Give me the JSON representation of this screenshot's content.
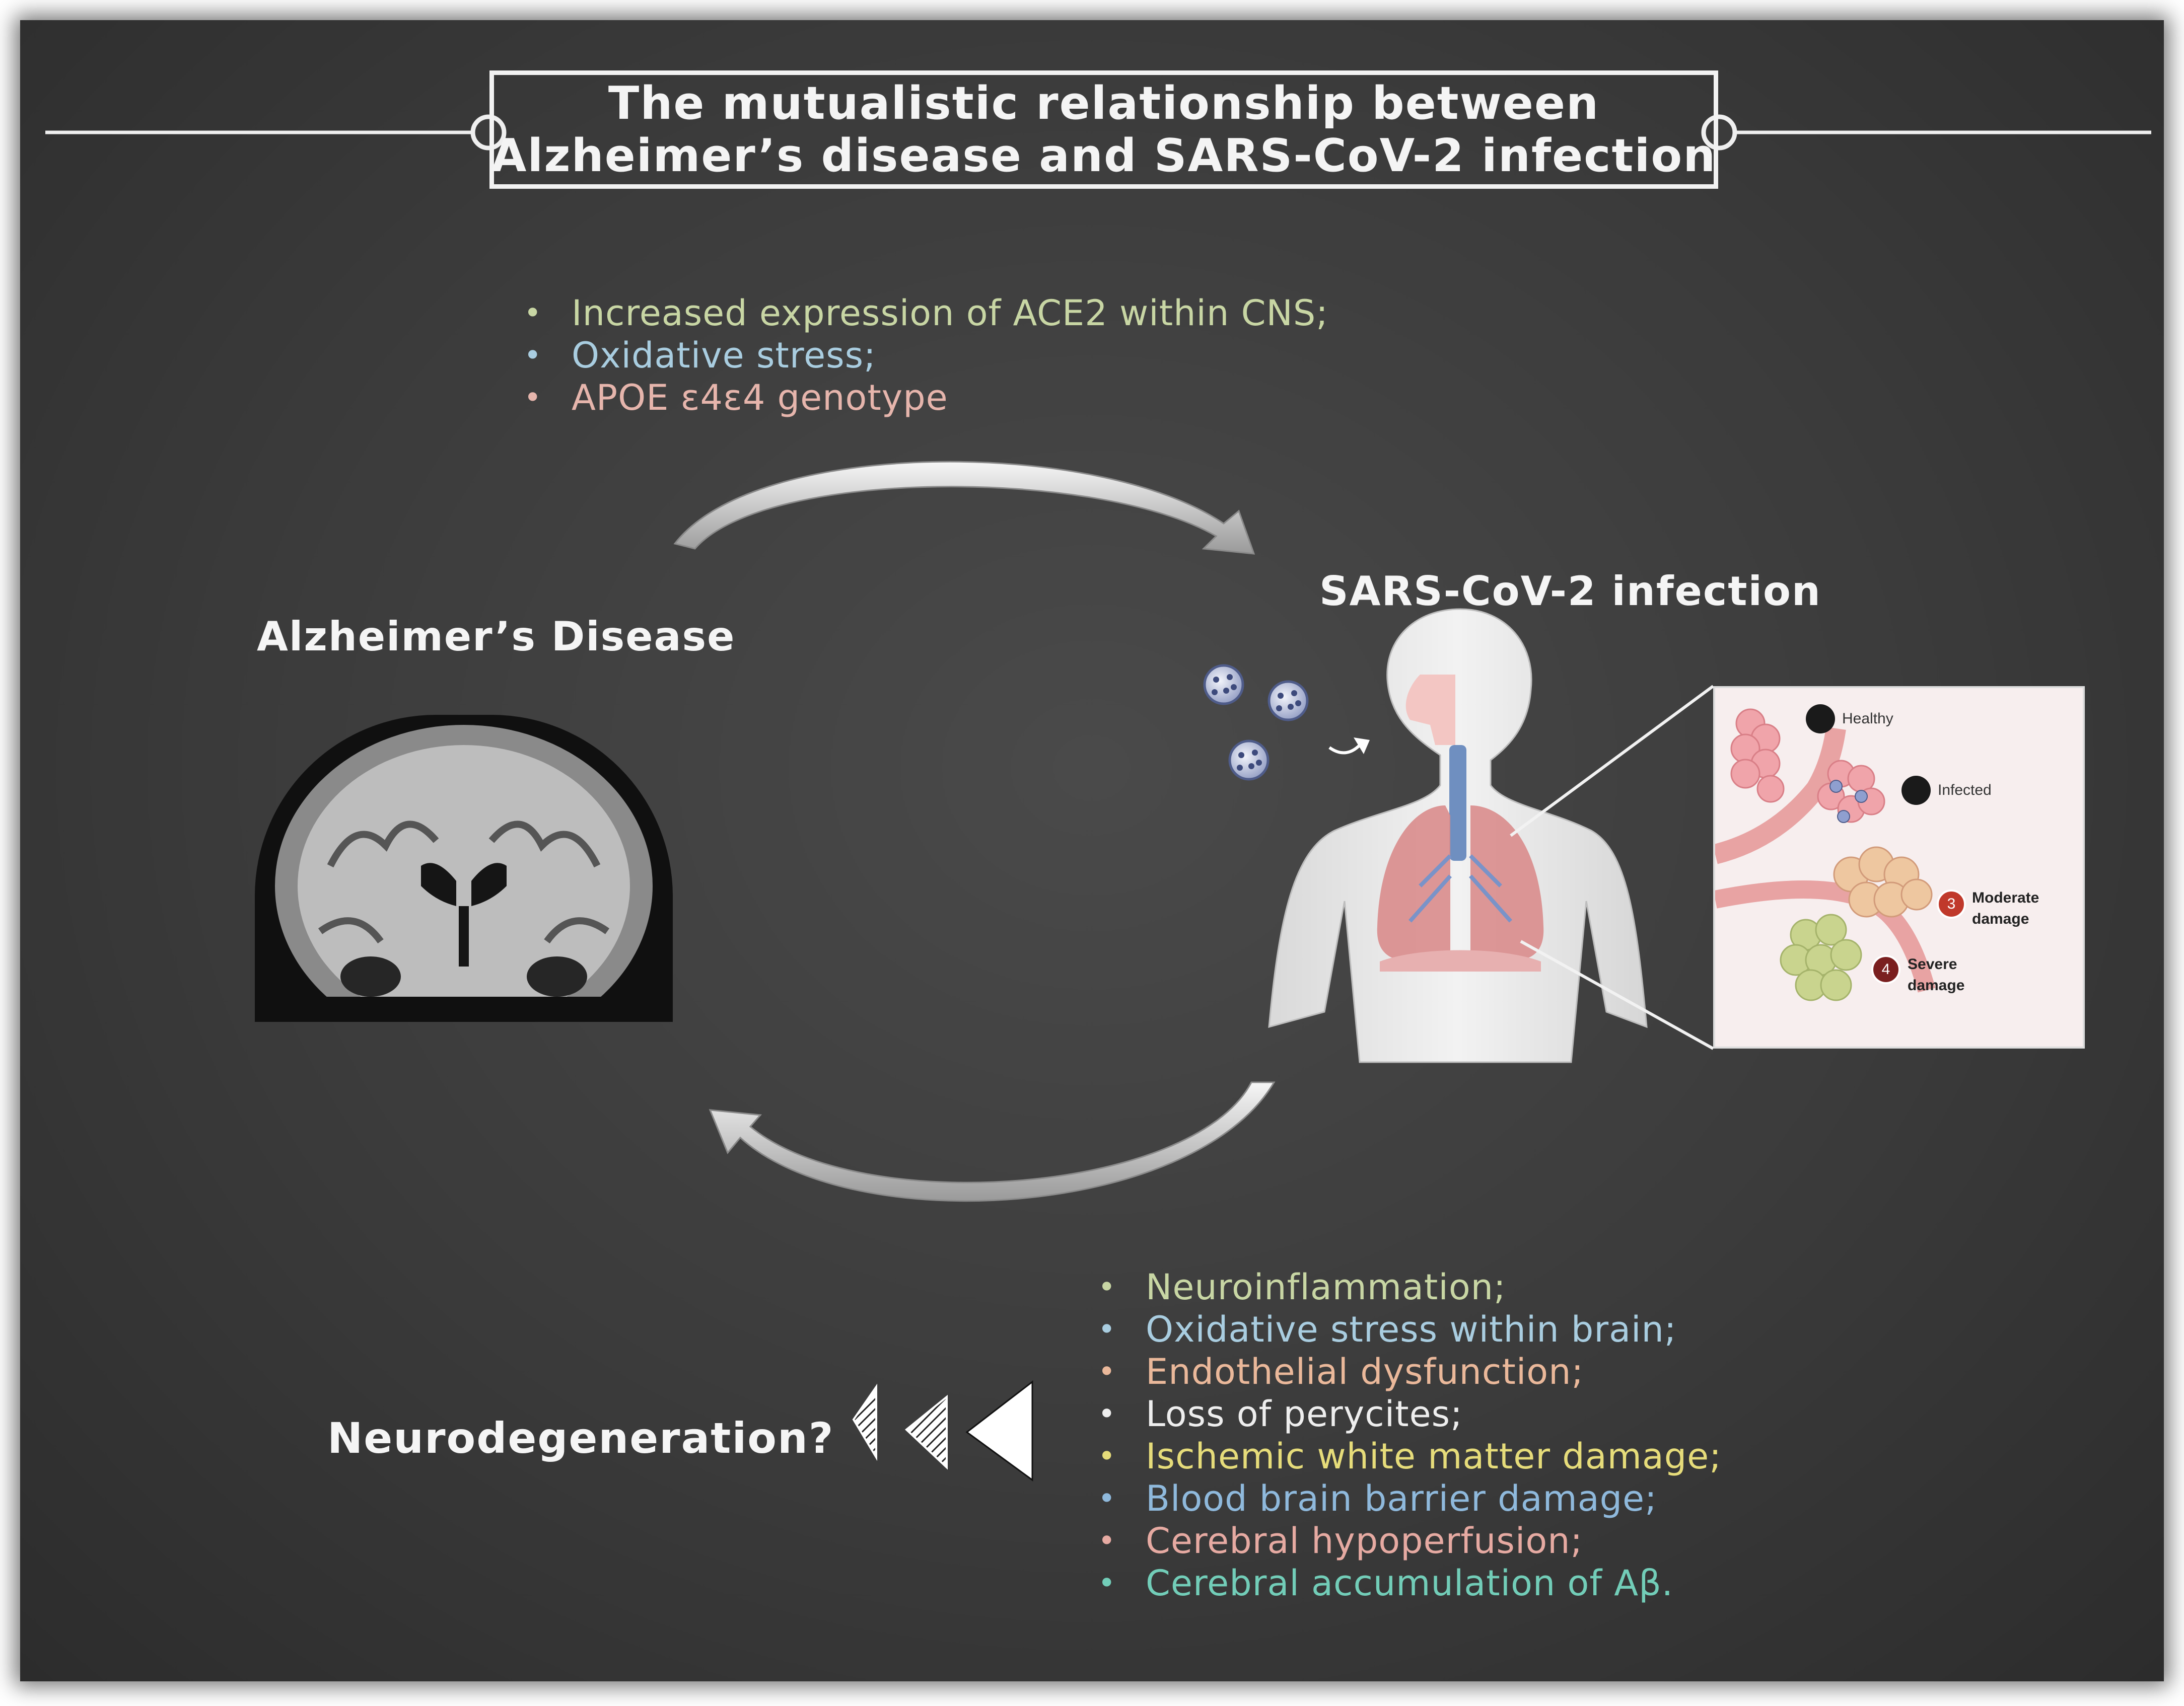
{
  "title": {
    "line1": "The mutualistic relationship between",
    "line2": "Alzheimer’s disease and SARS-CoV-2 infection"
  },
  "risk_factors": [
    {
      "text": "Increased expression of ACE2 within CNS;",
      "color": "#c8d6a4"
    },
    {
      "text": "Oxidative stress;",
      "color": "#a9cde0"
    },
    {
      "text": "APOE ε4ε4 genotype",
      "color": "#e6b5ac"
    }
  ],
  "alzheimers_label": "Alzheimer’s Disease",
  "sars_label": "SARS-CoV-2 infection",
  "lung_inset": {
    "healthy": "Healthy",
    "infected": "Infected",
    "moderate_num": "3",
    "moderate_line1": "Moderate",
    "moderate_line2": "damage",
    "severe_num": "4",
    "severe_line1": "Severe",
    "severe_line2": "damage"
  },
  "neuro_label": "Neurodegeneration?",
  "consequences": [
    {
      "text": "Neuroinflammation;",
      "color": "#c8d6a4"
    },
    {
      "text": "Oxidative stress within brain;",
      "color": "#a9cde0"
    },
    {
      "text": "Endothelial dysfunction;",
      "color": "#eab89a"
    },
    {
      "text": "Loss of perycites;",
      "color": "#eeeeee"
    },
    {
      "text": "Ischemic white matter damage;",
      "color": "#e6dc7a"
    },
    {
      "text": "Blood brain barrier damage;",
      "color": "#8fb9dc"
    },
    {
      "text": "Cerebral hypoperfusion;",
      "color": "#e6aaa2"
    },
    {
      "text": "Cerebral accumulation of Aβ.",
      "color": "#72cdb8"
    }
  ]
}
